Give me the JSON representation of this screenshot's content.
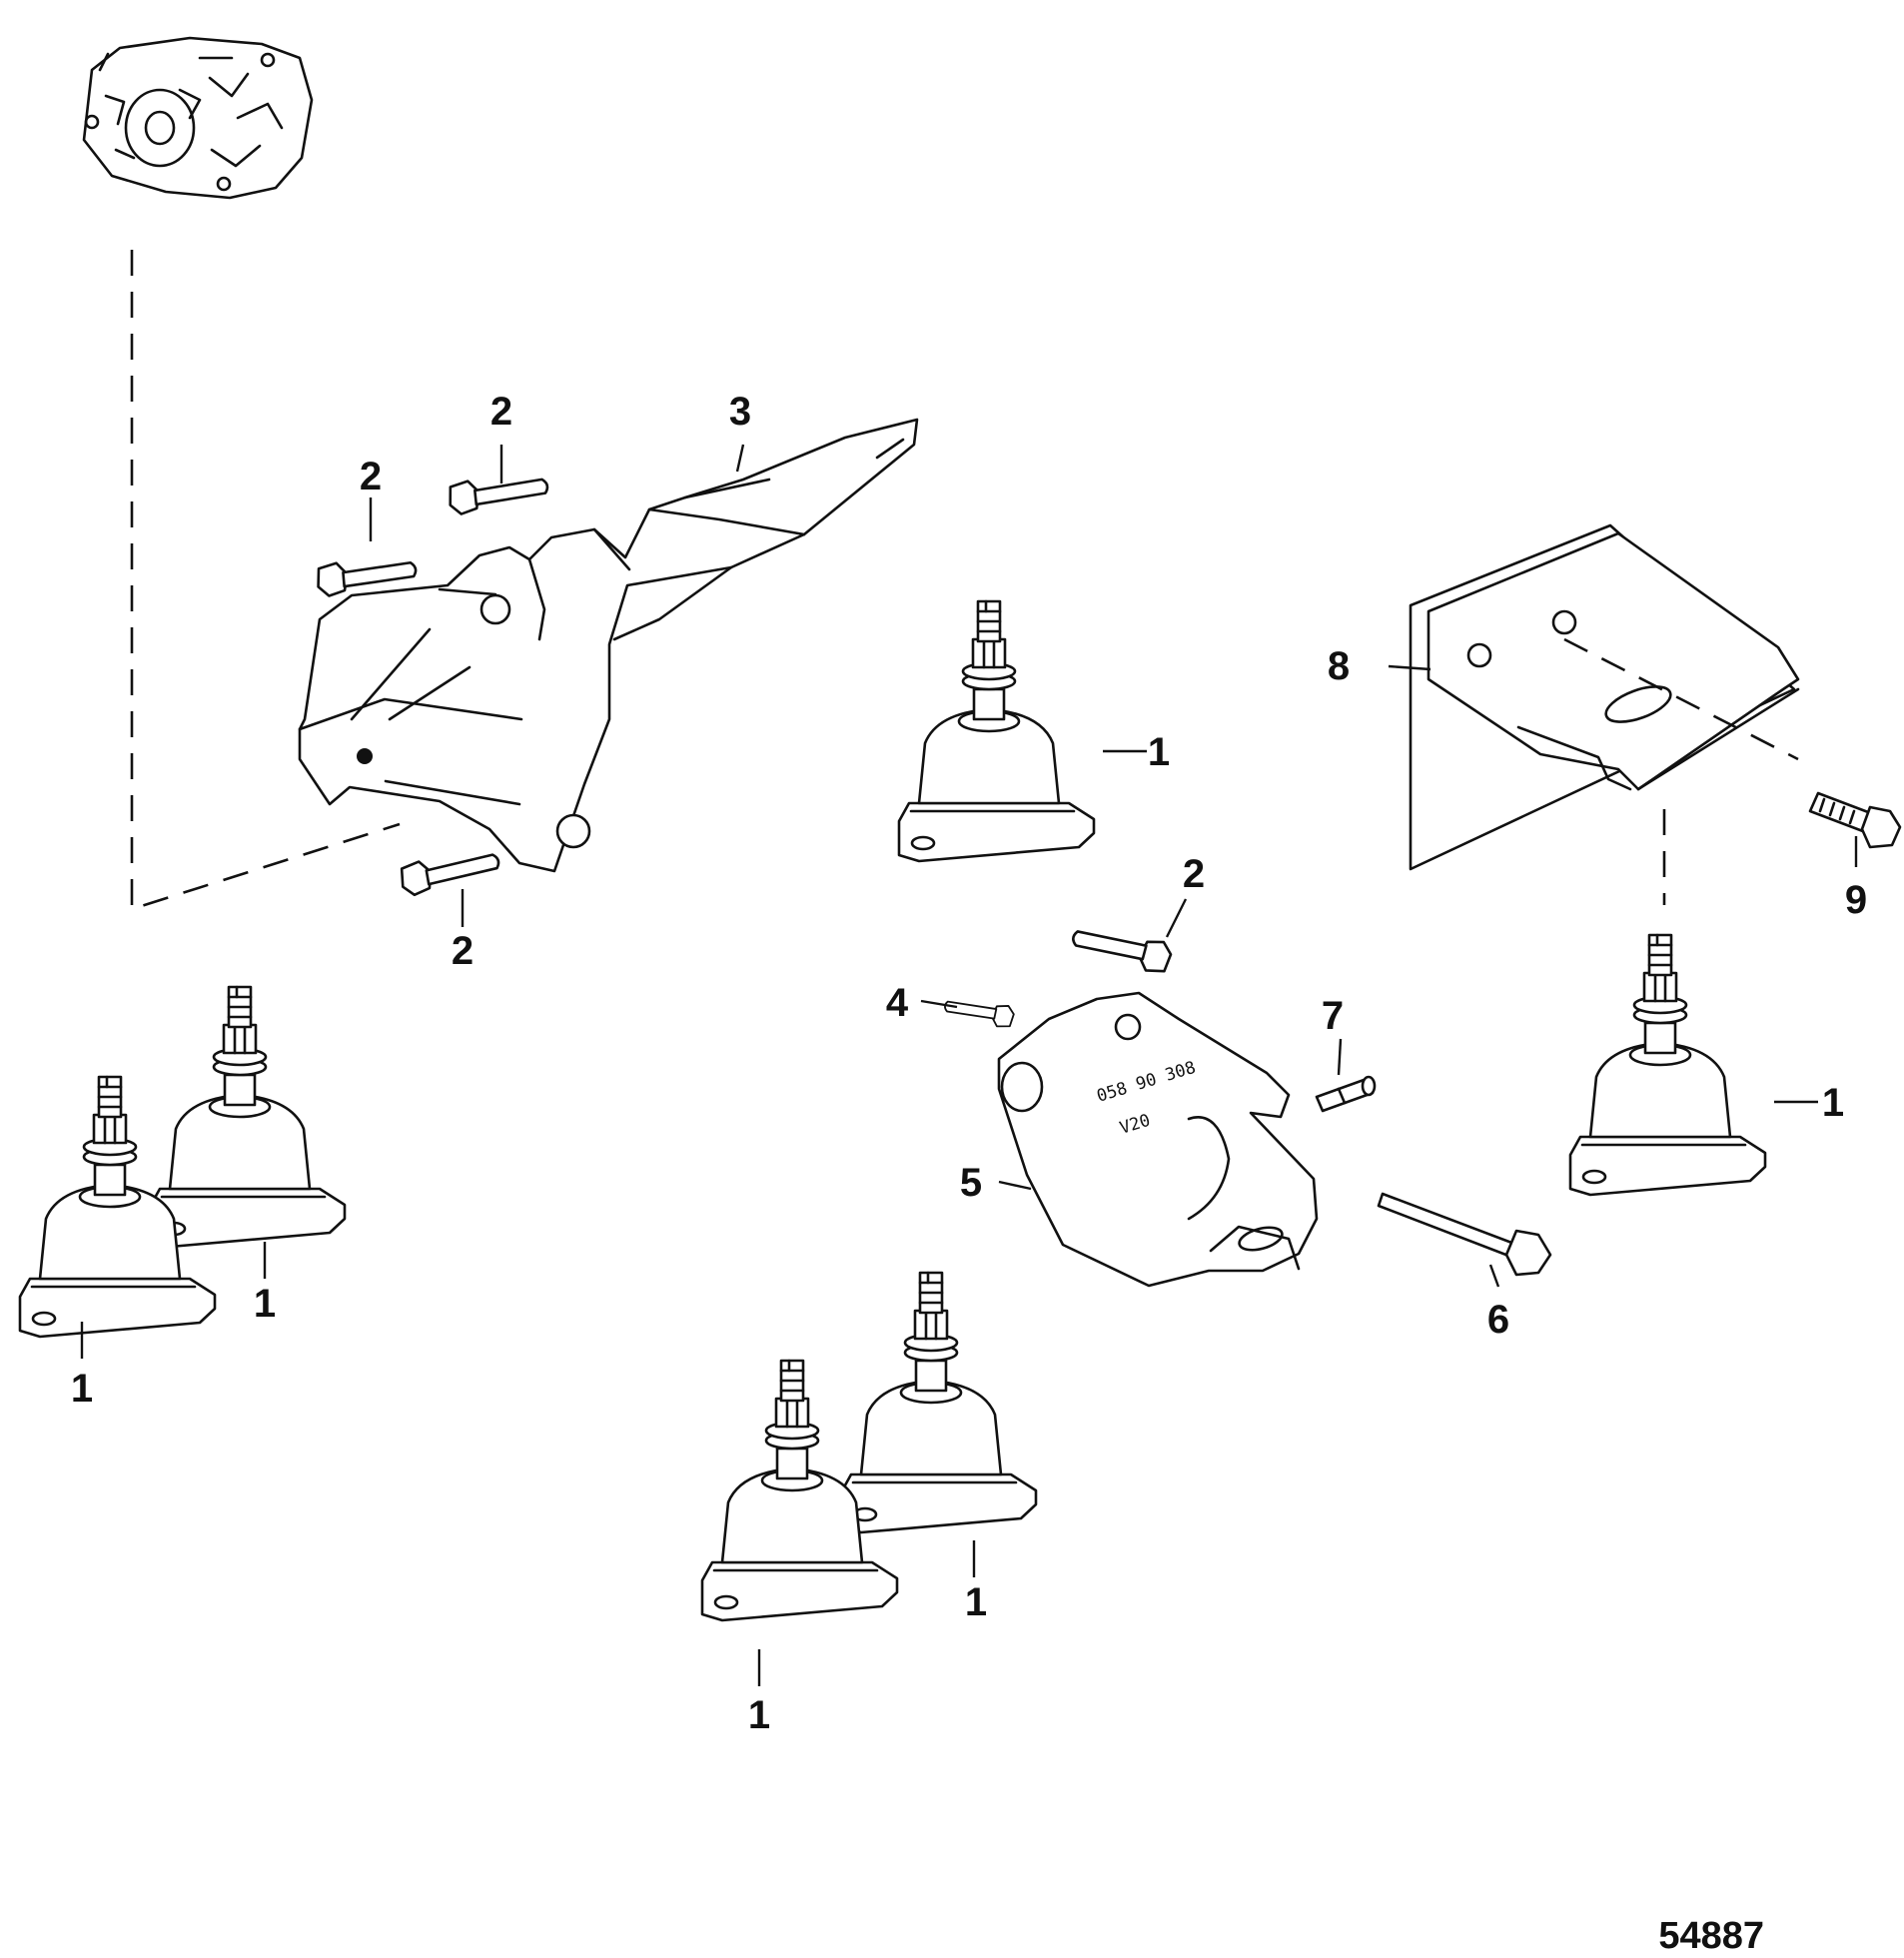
{
  "figure_number": "54887",
  "callouts": [
    "1",
    "2",
    "3",
    "4",
    "5",
    "6",
    "7",
    "8",
    "9"
  ],
  "part_5_markings": {
    "line1": "058 90 308",
    "line2": "V20"
  }
}
